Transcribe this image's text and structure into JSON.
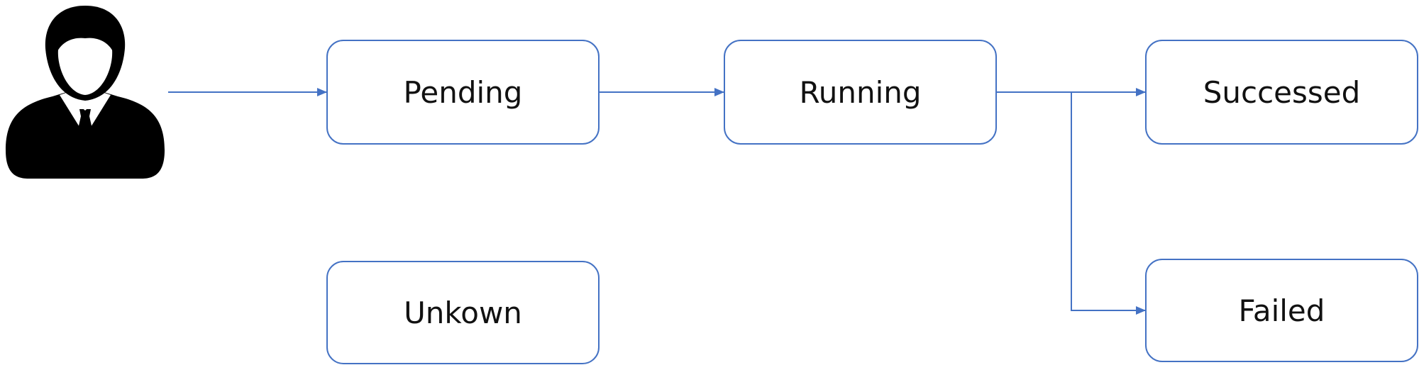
{
  "states": {
    "pending": "Pending",
    "running": "Running",
    "successed": "Successed",
    "unkown": "Unkown",
    "failed": "Failed"
  },
  "actor": {
    "icon": "user-icon"
  },
  "colors": {
    "accent": "#4472c4",
    "icon": "#000000",
    "text": "#111111"
  }
}
